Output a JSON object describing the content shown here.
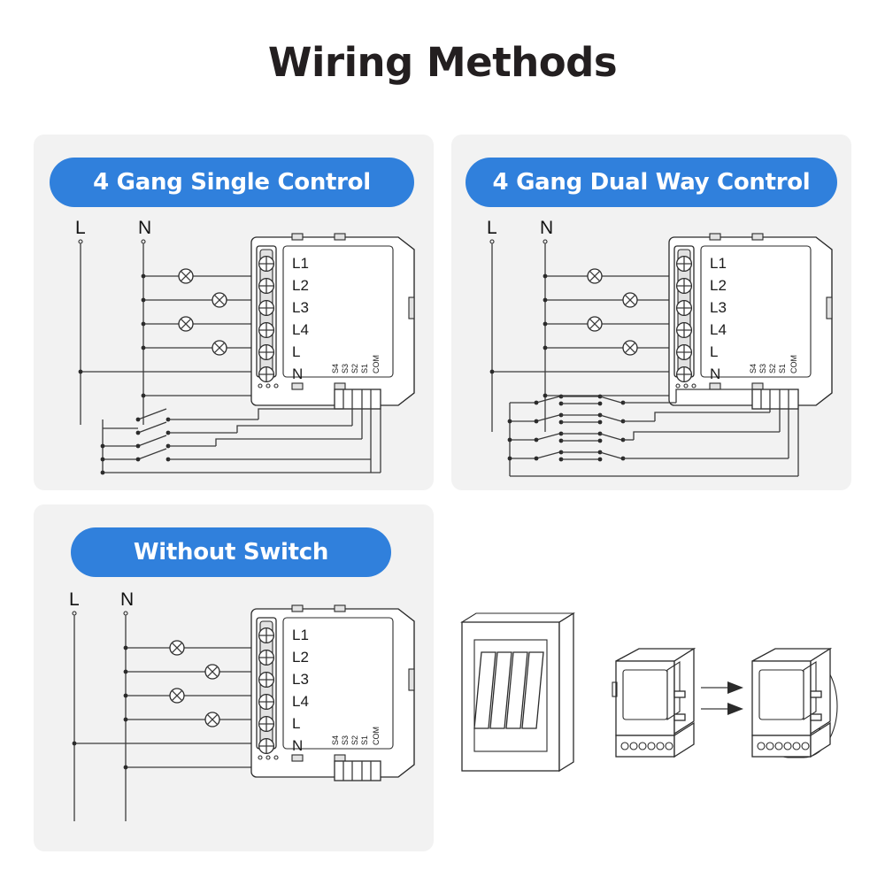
{
  "page": {
    "title": "Wiring Methods",
    "background_color": "#ffffff",
    "card_color": "#f2f2f2",
    "accent_color": "#3080dc",
    "line_color": "#2b2b2b"
  },
  "cards": [
    {
      "id": "single",
      "badge_label": "4 Gang Single Control",
      "rail_labels": {
        "live": "L",
        "neutral": "N"
      },
      "terminals": [
        "L1",
        "L2",
        "L3",
        "L4",
        "L",
        "N"
      ],
      "signal_terminals": [
        "S4",
        "S3",
        "S2",
        "S1",
        "COM"
      ],
      "lamp_count": 4,
      "switch_type": "single-pole",
      "switch_count": 4
    },
    {
      "id": "dual",
      "badge_label": "4 Gang Dual Way Control",
      "rail_labels": {
        "live": "L",
        "neutral": "N"
      },
      "terminals": [
        "L1",
        "L2",
        "L3",
        "L4",
        "L",
        "N"
      ],
      "signal_terminals": [
        "S4",
        "S3",
        "S2",
        "S1",
        "COM"
      ],
      "lamp_count": 4,
      "switch_type": "two-way-pair",
      "switch_count": 8
    },
    {
      "id": "without-switch",
      "badge_label": "Without Switch",
      "rail_labels": {
        "live": "L",
        "neutral": "N"
      },
      "terminals": [
        "L1",
        "L2",
        "L3",
        "L4",
        "L",
        "N"
      ],
      "signal_terminals": [
        "S4",
        "S3",
        "S2",
        "S1",
        "COM"
      ],
      "lamp_count": 4,
      "switch_type": "none",
      "switch_count": 0
    }
  ],
  "installation": {
    "wall_plate": {
      "gang_count": 4,
      "name": "4-gang wall switch plate"
    },
    "module": {
      "name": "relay module",
      "terminal_holes": 6
    },
    "back_box": {
      "name": "round wall back box"
    },
    "arrows": 2
  }
}
